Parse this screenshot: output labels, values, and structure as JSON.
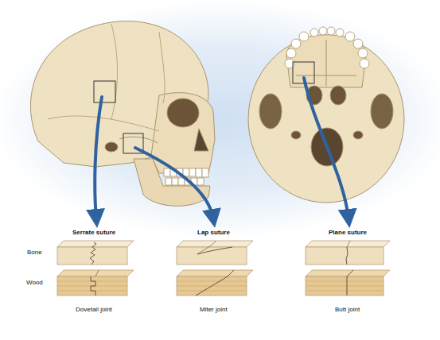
{
  "diagram": {
    "labels": [
      "Serrate suture",
      "Lap suture",
      "Plane suture",
      "Bone",
      "Wood",
      "Dovetail joint",
      "Miter joint",
      "Butt joint"
    ]
  }
}
